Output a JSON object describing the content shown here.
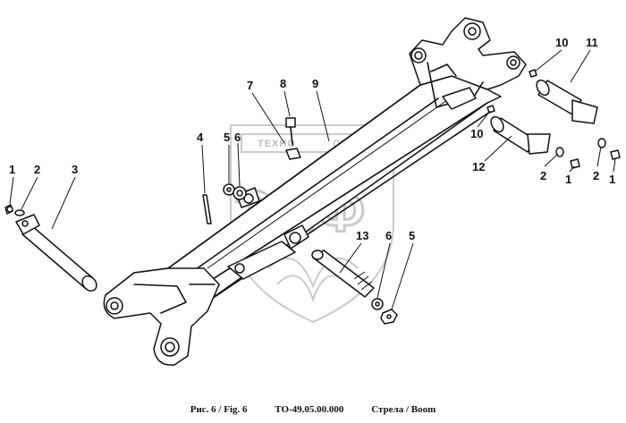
{
  "watermark": {
    "top_text": "ТЕХНО",
    "middle_text": "ОМСК",
    "letters": "ЭПФ"
  },
  "callouts": [
    {
      "id": "c1a",
      "label": "1"
    },
    {
      "id": "c2a",
      "label": "2"
    },
    {
      "id": "c3",
      "label": "3"
    },
    {
      "id": "c4",
      "label": "4"
    },
    {
      "id": "c5a",
      "label": "5"
    },
    {
      "id": "c6a",
      "label": "6"
    },
    {
      "id": "c7",
      "label": "7"
    },
    {
      "id": "c8",
      "label": "8"
    },
    {
      "id": "c9",
      "label": "9"
    },
    {
      "id": "c10a",
      "label": "10"
    },
    {
      "id": "c11",
      "label": "11"
    },
    {
      "id": "c10b",
      "label": "10"
    },
    {
      "id": "c12",
      "label": "12"
    },
    {
      "id": "c2b",
      "label": "2"
    },
    {
      "id": "c1b",
      "label": "1"
    },
    {
      "id": "c2c",
      "label": "2"
    },
    {
      "id": "c1c",
      "label": "1"
    },
    {
      "id": "c13",
      "label": "13"
    },
    {
      "id": "c6b",
      "label": "6"
    },
    {
      "id": "c5b",
      "label": "5"
    }
  ],
  "caption": {
    "figure": "Рис. 6 / Fig. 6",
    "code": "ТО-49.05.00.000",
    "title": "Стрела / Boom"
  }
}
